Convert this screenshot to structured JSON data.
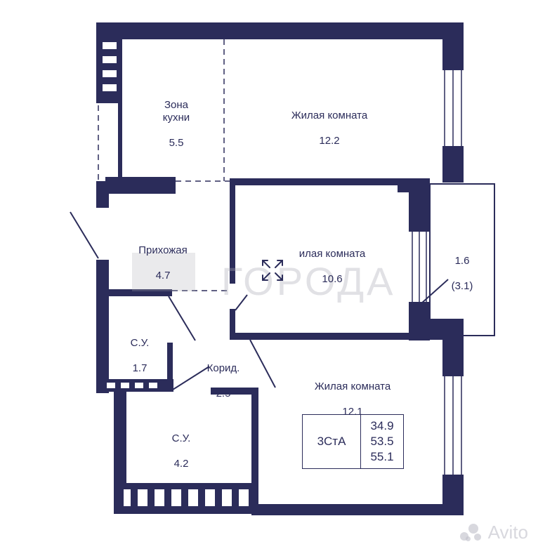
{
  "colors": {
    "wall": "#2b2c5a",
    "text": "#2b2c5a",
    "background": "#ffffff"
  },
  "rooms": [
    {
      "id": "kitchen",
      "name": "Зона\nкухни",
      "area": "5.5"
    },
    {
      "id": "living1",
      "name": "Жилая комната",
      "area": "12.2"
    },
    {
      "id": "hall",
      "name": "Прихожая",
      "area": "4.7"
    },
    {
      "id": "living2",
      "name": "илая комната",
      "area": "10.6"
    },
    {
      "id": "balcony",
      "name": "1.6",
      "area": "(3.1)"
    },
    {
      "id": "wc1",
      "name": "С.У.",
      "area": "1.7"
    },
    {
      "id": "corridor",
      "name": "Корид.",
      "area": "2.5"
    },
    {
      "id": "living3",
      "name": "Жилая комната",
      "area": "12.1"
    },
    {
      "id": "wc2",
      "name": "С.У.",
      "area": "4.2"
    }
  ],
  "apartment_type": {
    "code": "3СтА",
    "areas": [
      "34.9",
      "53.5",
      "55.1"
    ]
  },
  "watermark": {
    "text": "ГОРОДА",
    "brand": "Avito"
  },
  "icons": {
    "expand": "expand-arrows-icon",
    "avito": "avito-logo-icon"
  }
}
